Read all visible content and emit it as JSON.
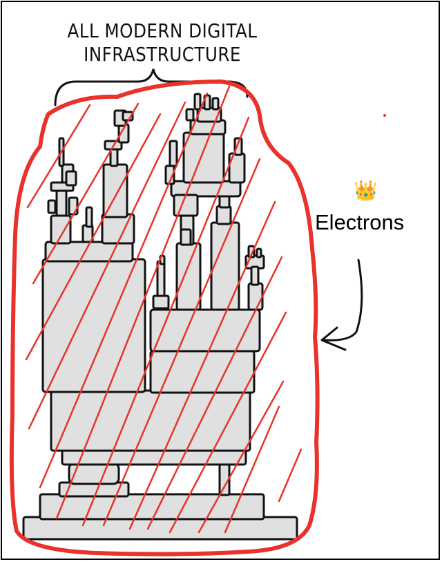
{
  "title_line1": "ALL MODERN DIGITAL",
  "title_line2": "INFRASTRUCTURE",
  "label": "Electrons",
  "crown_icon": "👑",
  "colors": {
    "outline": "#e8322b",
    "blocks": "#e0e0e0",
    "ink": "#111111"
  }
}
